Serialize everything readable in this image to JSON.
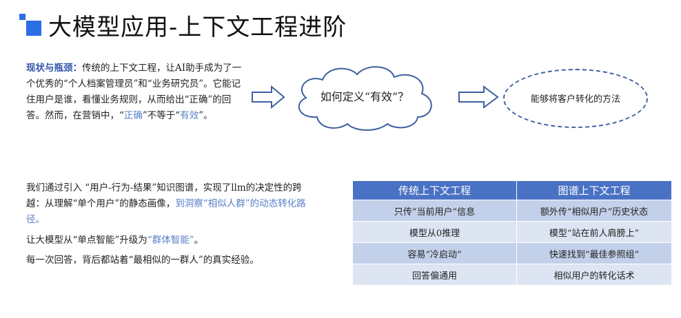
{
  "title": "大模型应用-上下文工程进阶",
  "intro": {
    "lead": "现状与瓶颈：",
    "body": "传统的上下文工程，让AI助手成为了一个优秀的“个人档案管理员”和“业务研究员”。它能记住用户是谁，看懂业务规则，从而给出“正确”的回答。然而，在营销中，“",
    "highlight1": "正确",
    "mid": "”不等于“",
    "highlight2": "有效",
    "end": "”。"
  },
  "flow": {
    "cloud_text": "如何定义“有效”？",
    "ellipse_text": "能够将客户转化的方法"
  },
  "paragraphs": {
    "p1_plain": "我们通过引入 “用户-行为-结果”知识图谱，实现了llm的决定性的跨越：从理解“单个用户”的静态画像，",
    "p1_blue": "到洞察“相似人群”的动态转化路径。",
    "p2_plain": "让大模型从“单点智能”升级为",
    "p2_blue": "“群体智能”",
    "p2_end": "。",
    "p3": "每一次回答，背后都站着“最相似的一群人”的真实经验。"
  },
  "table": {
    "headers": [
      "传统上下文工程",
      "图谱上下文工程"
    ],
    "rows": [
      [
        "只传“当前用户”信息",
        "额外传“相似用户”历史状态"
      ],
      [
        "模型从0推理",
        "模型“站在前人肩膀上”"
      ],
      [
        "容易“冷启动”",
        "快速找到“最佳参照组”"
      ],
      [
        "回答偏通用",
        "相似用户的转化话术"
      ]
    ]
  },
  "colors": {
    "accent": "#2a6ee6",
    "table_header": "#4a72c4",
    "arrow_stroke": "#3d5f9e"
  }
}
